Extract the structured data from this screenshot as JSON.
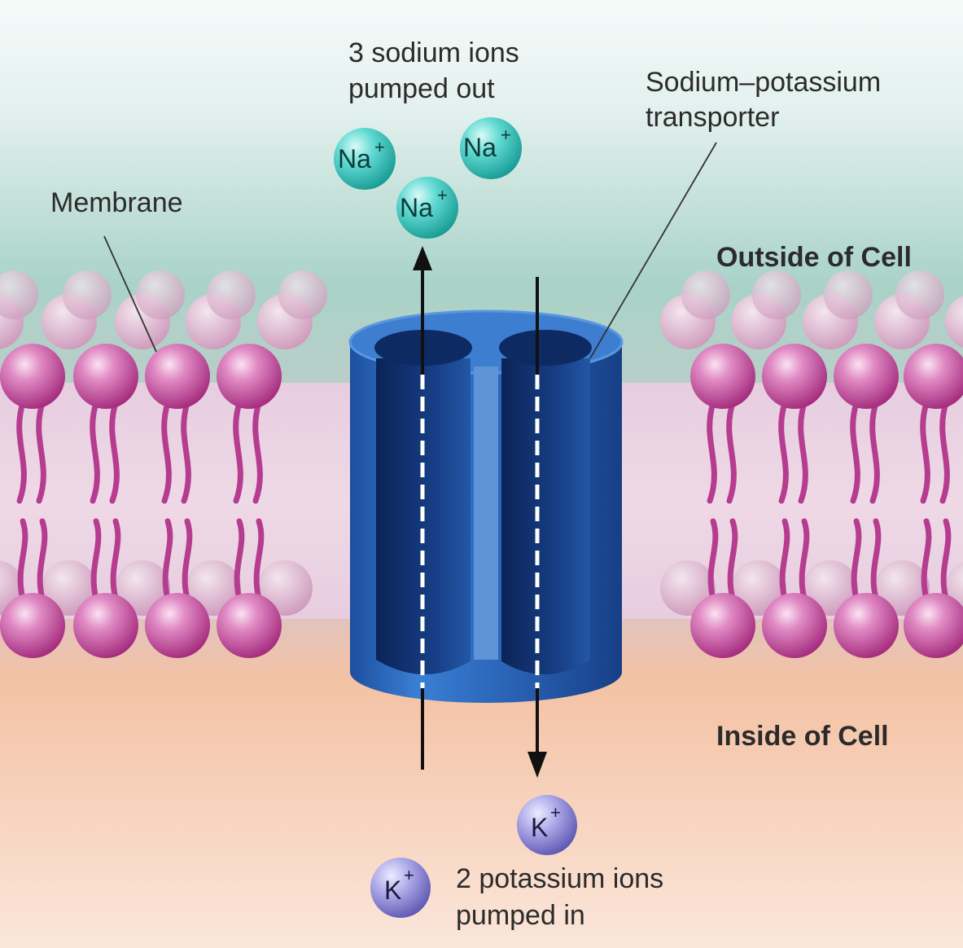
{
  "labels": {
    "sodium_line1": "3 sodium ions",
    "sodium_line2": "pumped out",
    "transporter_line1": "Sodium–potassium",
    "transporter_line2": "transporter",
    "membrane": "Membrane",
    "outside": "Outside of Cell",
    "inside": "Inside of Cell",
    "potassium_line1": "2 potassium ions",
    "potassium_line2": "pumped in"
  },
  "ions": {
    "sodium": {
      "symbol": "Na",
      "charge": "+",
      "count": 3
    },
    "potassium": {
      "symbol": "K",
      "charge": "+",
      "count": 2
    }
  },
  "colors": {
    "outside_fluid": "#a9d3c8",
    "inside_fluid": "#f4c2a4",
    "phospholipid_head": "#c2489a",
    "transporter": "#2f6bbf",
    "sodium_ion": "#3cc7c0",
    "potassium_ion": "#8e8ad6"
  }
}
